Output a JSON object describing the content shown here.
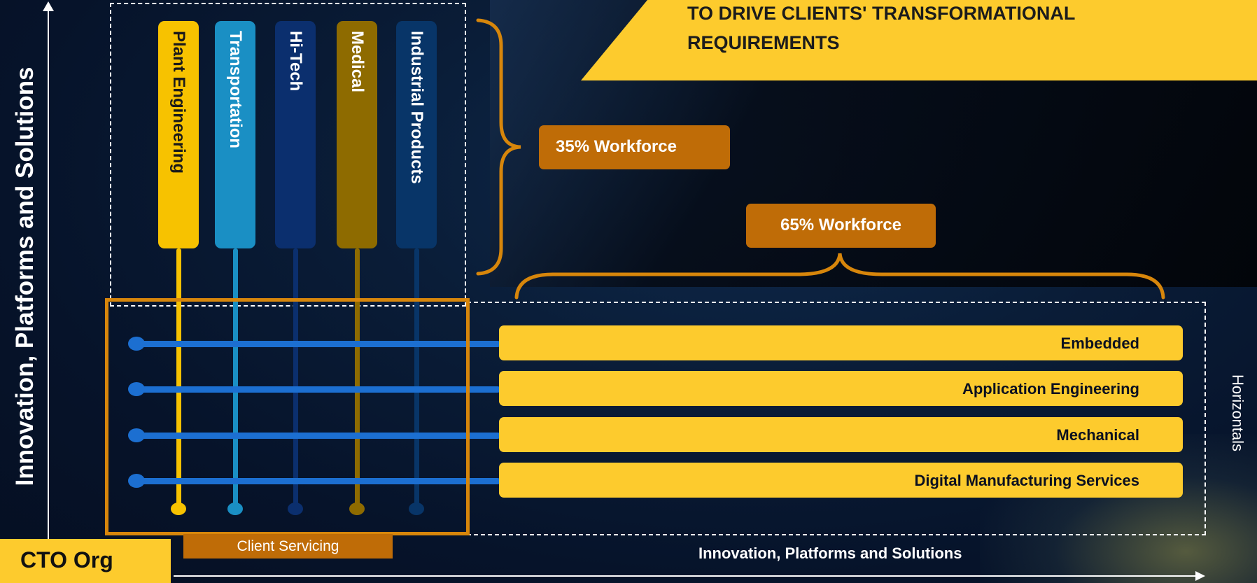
{
  "banner": {
    "line1": "TO DRIVE CLIENTS' TRANSFORMATIONAL",
    "line2": "REQUIREMENTS"
  },
  "y_axis_label": "Innovation, Platforms and Solutions",
  "x_axis_label": "Innovation, Platforms and Solutions",
  "cto_org_label": "CTO Org",
  "verticals": [
    {
      "label": "Plant Engineering",
      "color": "#f7c200"
    },
    {
      "label": "Transportation",
      "color": "#1a8fc4"
    },
    {
      "label": "Hi-Tech",
      "color": "#0b2f6e"
    },
    {
      "label": "Medical",
      "color": "#8e6b00"
    },
    {
      "label": "Industrial Products",
      "color": "#083568"
    }
  ],
  "horizontals": [
    {
      "label": "Embedded"
    },
    {
      "label": "Application Engineering"
    },
    {
      "label": "Mechanical"
    },
    {
      "label": "Digital Manufacturing Services"
    }
  ],
  "horizontals_label": "Horizontals",
  "workforce_vertical": "35% Workforce",
  "workforce_horizontal": "65% Workforce",
  "client_servicing_label": "Client Servicing",
  "colors": {
    "accent_orange": "#d7860b",
    "badge_orange": "#bf6c07",
    "banner_yellow": "#fdcb2d",
    "line_blue": "#1c6fd1"
  }
}
